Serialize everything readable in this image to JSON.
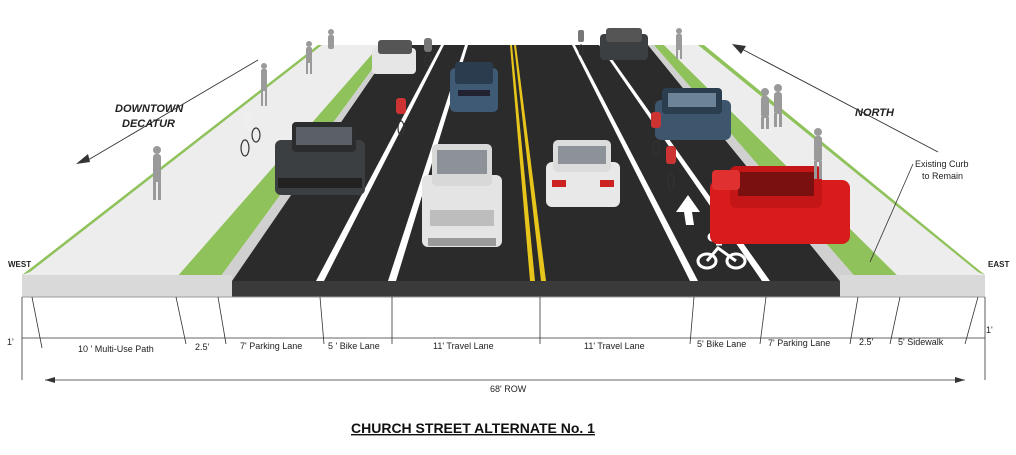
{
  "title": "CHURCH STREET ALTERNATE No. 1",
  "callouts": {
    "downtown": [
      "DOWNTOWN",
      "DECATUR"
    ],
    "north": "NORTH",
    "existing_curb": [
      "Existing Curb",
      "to Remain"
    ],
    "west": "WEST",
    "east": "EAST"
  },
  "dimensions": [
    {
      "label": "1'"
    },
    {
      "label": "10 ' Multi-Use Path"
    },
    {
      "label": "2.5'"
    },
    {
      "label": "7' Parking Lane"
    },
    {
      "label": "5 ' Bike Lane"
    },
    {
      "label": "11' Travel Lane"
    },
    {
      "label": "11' Travel Lane"
    },
    {
      "label": "5' Bike Lane"
    },
    {
      "label": "7' Parking Lane"
    },
    {
      "label": "2.5'"
    },
    {
      "label": "5' Sidewalk"
    },
    {
      "label": "1'"
    }
  ],
  "row_total": "68' ROW",
  "colors": {
    "asphalt": "#2b2b2b",
    "planting": "#8fc25b",
    "sidewalk": "#ececec",
    "curb": "#d6d6d6",
    "center_line": "#e8c51a",
    "red_car": "#d81c1c"
  }
}
